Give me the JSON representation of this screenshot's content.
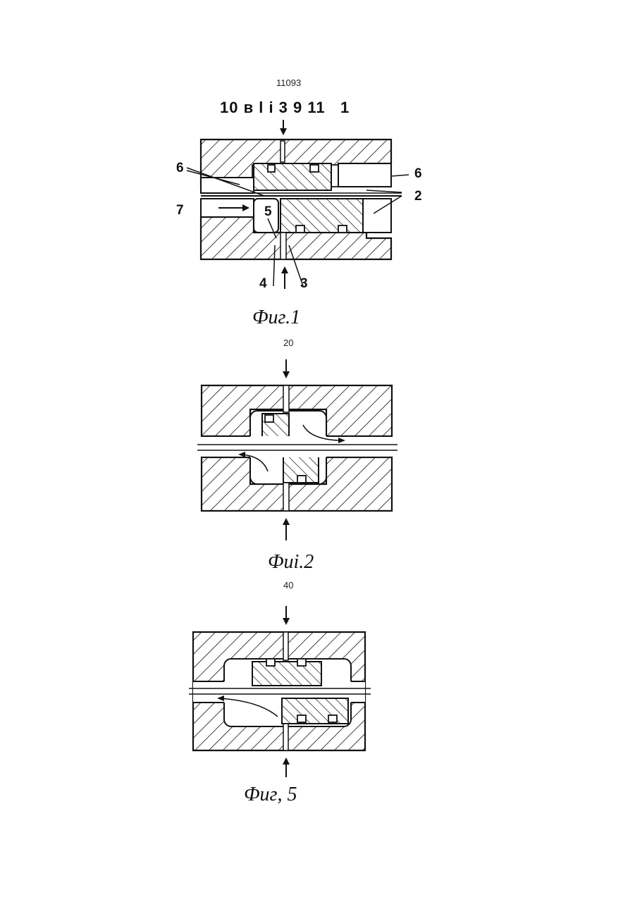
{
  "page": {
    "doc_number": "11093",
    "line_number_20": "20",
    "line_number_40": "40"
  },
  "figure1": {
    "top_labels": "10 в l i 3 9 11   1",
    "label_6_left": "6",
    "label_6_right": "6",
    "label_2": "2",
    "label_7": "7",
    "label_5": "5",
    "label_4": "4",
    "label_3": "3",
    "caption": "Фиг.1"
  },
  "figure2": {
    "caption": "Фиі.2"
  },
  "figure5": {
    "caption": "Фиг, 5"
  }
}
